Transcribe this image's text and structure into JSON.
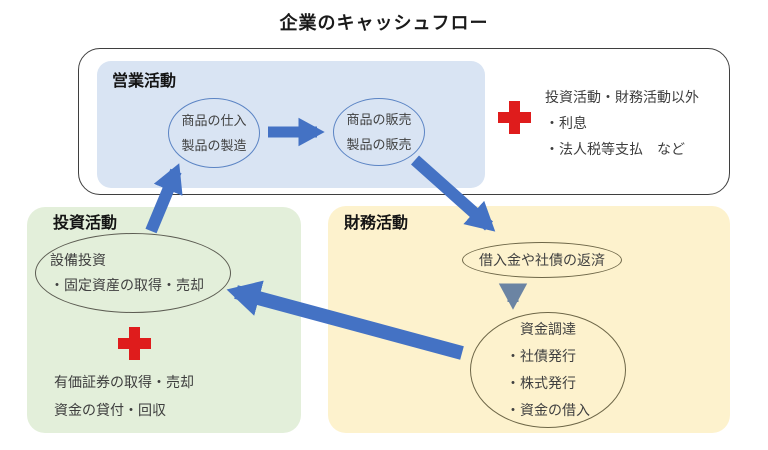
{
  "title": "企業のキャッシュフロー",
  "colors": {
    "operating_fill": "#d9e4f3",
    "investing_fill": "#e3efda",
    "financing_fill": "#fdf2cd",
    "arrow_blue": "#4472c4",
    "arrow_gray": "#6b84a3",
    "plus_red": "#df1c1c"
  },
  "operating": {
    "label": "営業活動",
    "purchase_line1": "商品の仕入",
    "purchase_line2": "製品の製造",
    "sales_line1": "商品の販売",
    "sales_line2": "製品の販売"
  },
  "operating_note": {
    "line1": "投資活動・財務活動以外",
    "line2": "・利息",
    "line3": "・法人税等支払　など"
  },
  "investing": {
    "label": "投資活動",
    "ellipse_line1": "設備投資",
    "ellipse_line2": "・固定資産の取得・売却",
    "note_line1": "有価証券の取得・売却",
    "note_line2": "資金の貸付・回収"
  },
  "financing": {
    "label": "財務活動",
    "repayment": "借入金や社債の返済",
    "funding_title": "資金調達",
    "funding_item1": "・社債発行",
    "funding_item2": "・株式発行",
    "funding_item3": "・資金の借入"
  }
}
